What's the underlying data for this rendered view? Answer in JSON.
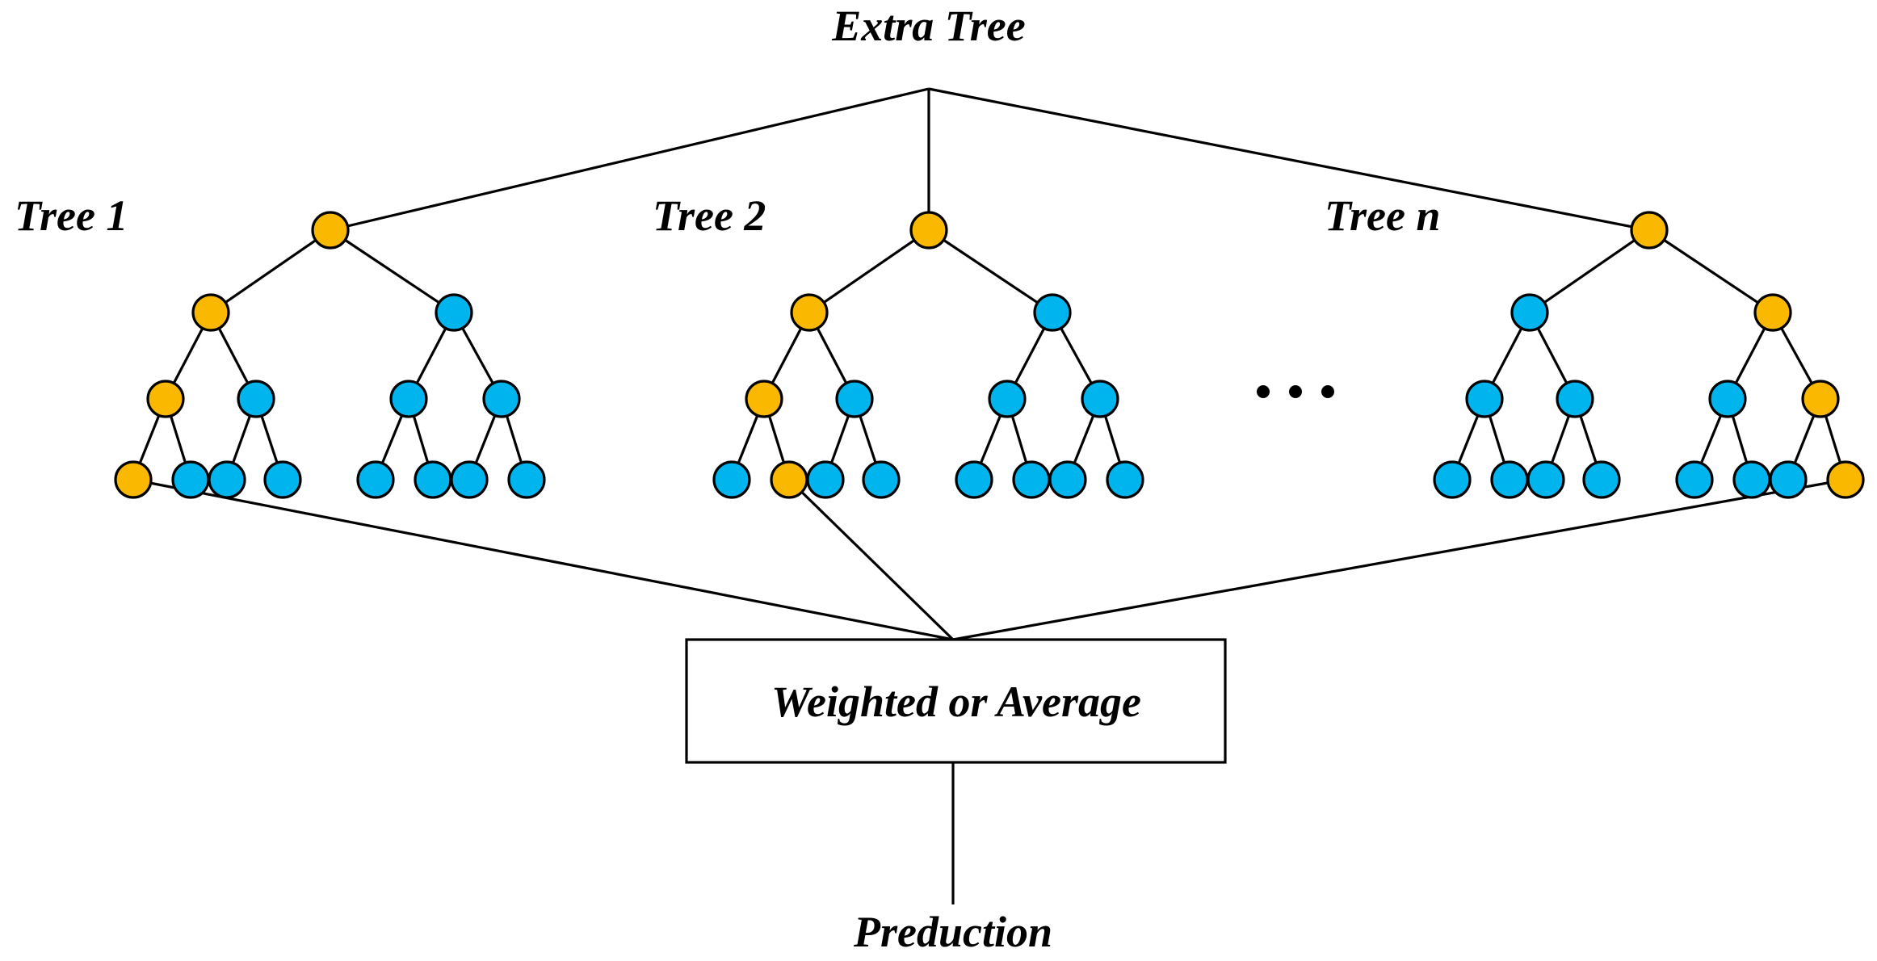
{
  "title": "Extra Tree",
  "trees": [
    {
      "label": "Tree 1",
      "node_colors": [
        "orange",
        "orange",
        "blue",
        "orange",
        "blue",
        "blue",
        "blue",
        "orange",
        "blue",
        "blue",
        "blue",
        "blue",
        "blue",
        "blue",
        "blue"
      ],
      "selected_leaf": 0
    },
    {
      "label": "Tree 2",
      "node_colors": [
        "orange",
        "orange",
        "blue",
        "orange",
        "blue",
        "blue",
        "blue",
        "blue",
        "orange",
        "blue",
        "blue",
        "blue",
        "blue",
        "blue",
        "blue"
      ],
      "selected_leaf": 1
    },
    {
      "label": "Tree n",
      "node_colors": [
        "orange",
        "blue",
        "orange",
        "blue",
        "blue",
        "blue",
        "orange",
        "blue",
        "blue",
        "blue",
        "blue",
        "blue",
        "blue",
        "blue",
        "orange"
      ],
      "selected_leaf": 7
    }
  ],
  "ellipsis": "…",
  "aggregator": "Weighted or Average",
  "output": "Preduction",
  "colors": {
    "orange": "#fbb800",
    "blue": "#00b4ee",
    "line": "#000000"
  }
}
